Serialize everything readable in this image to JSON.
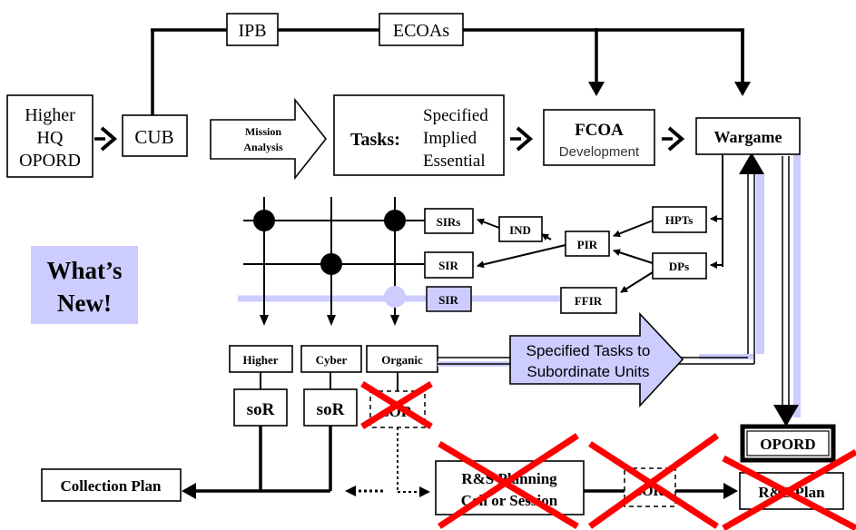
{
  "top_labels": {
    "ipb": "IPB",
    "ecoas": "ECOAs"
  },
  "higher_hq": [
    "Higher",
    "HQ",
    "OPORD"
  ],
  "cub": "CUB",
  "mission_analysis": [
    "Mission",
    "Analysis"
  ],
  "tasks": {
    "label": "Tasks:",
    "items": [
      "Specified",
      "Implied",
      "Essential"
    ]
  },
  "fcoa": {
    "title": "FCOA",
    "subtitle": "Development"
  },
  "wargame": "Wargame",
  "whats_new": [
    "What’s",
    "New!"
  ],
  "sirs": "SIRs",
  "sir": "SIR",
  "sir_new": "SIR",
  "ind": "IND",
  "pir": "PIR",
  "hpts": "HPTs",
  "dps": "DPs",
  "ffir": "FFIR",
  "units": [
    "Higher",
    "Cyber",
    "Organic"
  ],
  "sor": {
    "small": "s",
    "o": "o",
    "r": "R"
  },
  "specified_tasks": [
    "Specified Tasks to",
    "Subordinate Units"
  ],
  "opord": "OPORD",
  "collection_plan": "Collection Plan",
  "rs_planning": [
    "R&S Planning",
    "Cell or Session"
  ],
  "sor_crossed": "sOR",
  "rs_plan": "R&S Plan",
  "colors": {
    "highlight": "#ccccff",
    "cross": "#ff0000",
    "line": "#000000"
  }
}
